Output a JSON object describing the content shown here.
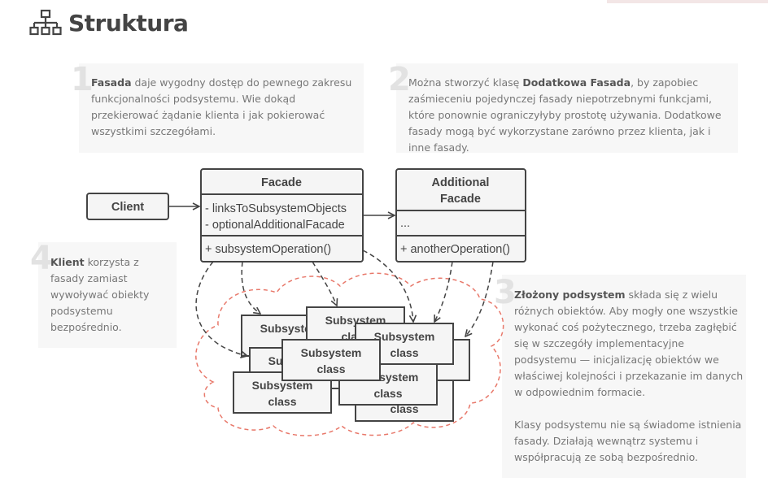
{
  "page": {
    "title": "Struktura"
  },
  "notes": {
    "n1": {
      "number": "1",
      "bold": "Fasada",
      "text": " daje wygodny dostęp do pewnego zakresu funkcjonalności podsystemu. Wie dokąd przekierować żądanie klienta i jak pokierować wszystkimi szczegółami."
    },
    "n2": {
      "number": "2",
      "before": "Można stworzyć klasę ",
      "bold": "Dodatkowa Fasada",
      "after": ", by zapobiec zaśmieceniu pojedynczej fasady niepotrzebnymi funkcjami, które ponownie ograniczyłyby prostotę używania. Dodatkowe fasady mogą być wykorzystane zarówno przez klienta, jak i inne fasady."
    },
    "n3": {
      "number": "3",
      "bold": "Złożony podsystem",
      "text": " składa się z wielu różnych obiektów. Aby mogły one wszystkie wykonać coś pożytecznego, trzeba zagłębić się w szczegóły implementacyjne podsystemu — inicjalizację obiektów we właściwej kolejności i przekazanie im danych w odpowiednim formacie.",
      "para2": "Klasy podsystemu nie są świadome istnienia fasady. Działają wewnątrz systemu i współpracują ze sobą bezpośrednio."
    },
    "n4": {
      "number": "4",
      "bold": "Klient",
      "text": " korzysta z fasady zamiast wywoływać obiekty podsystemu bezpośrednio."
    }
  },
  "diagram": {
    "client": {
      "name": "Client"
    },
    "facade": {
      "name": "Facade",
      "fields": [
        "- linksToSubsystemObjects",
        "- optionalAdditionalFacade"
      ],
      "methods": [
        "+ subsystemOperation()"
      ]
    },
    "additional_facade": {
      "name_line1": "Additional",
      "name_line2": "Facade",
      "fields": [
        "..."
      ],
      "methods": [
        "+ anotherOperation()"
      ]
    },
    "subsystem_class": {
      "line1": "Subsystem",
      "line2": "class"
    },
    "colors": {
      "stroke": "#444444",
      "cloud": "#e8786a",
      "box_fill": "#f5f5f5",
      "note_bg": "#f7f7f7"
    }
  }
}
